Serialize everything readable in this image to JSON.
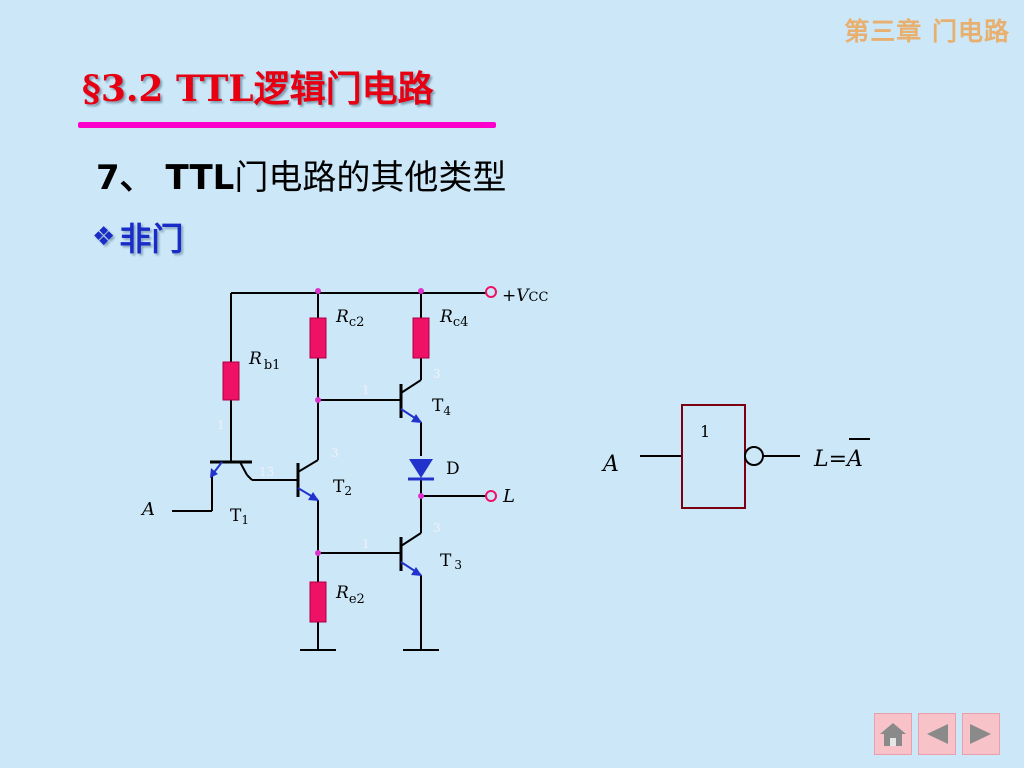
{
  "header": {
    "chapter": "第三章 门电路",
    "title": "§3.2 TTL逻辑门电路"
  },
  "content": {
    "subheading_num": "7、 TTL",
    "subheading_text": "门电路的其他类型",
    "bullet_symbol": "❖",
    "bullet_label": "非门"
  },
  "circuit": {
    "vcc_plus": "+",
    "vcc_v": "V",
    "vcc_sub": "CC",
    "rb1_r": "R",
    "rb1_sub": "b1",
    "rc2_r": "R",
    "rc2_sub": "c2",
    "rc4_r": "R",
    "rc4_sub": "c4",
    "re2_r": "R",
    "re2_sub": "e2",
    "t1_t": "T",
    "t1_sub": "1",
    "t2_t": "T",
    "t2_sub": "2",
    "t3_t": "T",
    "t3_sub": "3",
    "t4_t": "T",
    "t4_sub": "4",
    "diode": "D",
    "input": "A",
    "output": "L"
  },
  "symbol": {
    "gate_label": "1",
    "input": "A",
    "expr_left": "L=",
    "expr_bar": "A"
  },
  "colors": {
    "resistor": "#ee1166",
    "transistor": "#2233cc",
    "node": "#dd33cc",
    "title": "#e60012",
    "rule": "#ff00cc",
    "bullet": "#1a2cc8",
    "gate": "#7a0012"
  }
}
